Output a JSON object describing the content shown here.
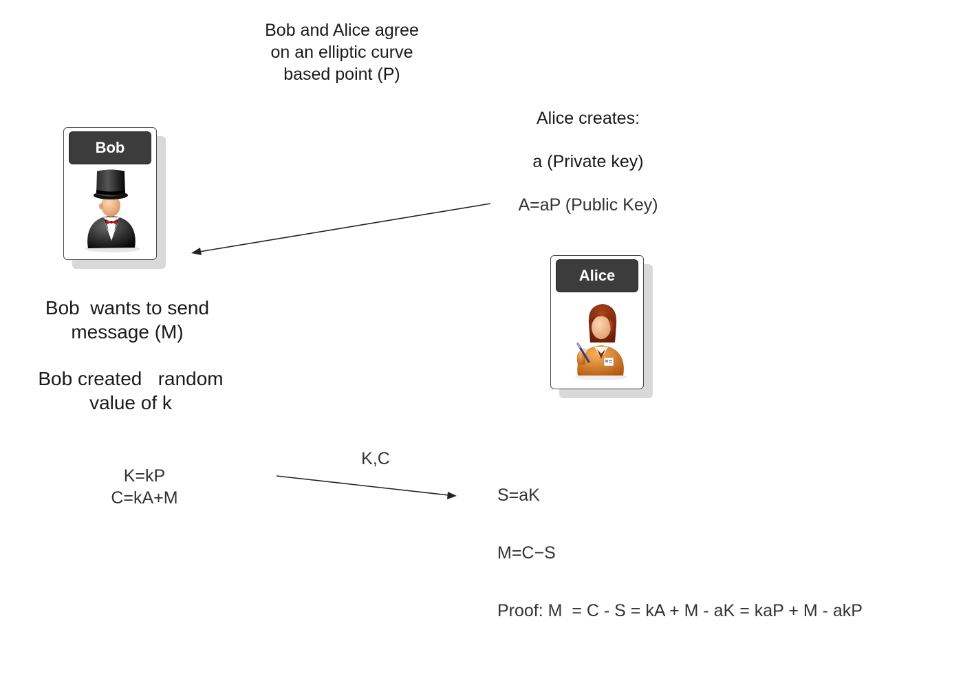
{
  "intro": {
    "lines": [
      "Bob and Alice agree",
      "on an elliptic curve",
      "based point (P)"
    ]
  },
  "alice_creates": {
    "title": "Alice creates:",
    "private_key": "a  (Private  key)",
    "public_key": "A=aP (Public Key)"
  },
  "actors": {
    "bob": {
      "label": "Bob",
      "icon": "businessman-top-hat-icon"
    },
    "alice": {
      "label": "Alice",
      "icon": "businesswoman-icon"
    }
  },
  "bob_text": {
    "wants": [
      "Bob  wants to send",
      "message (M)"
    ],
    "created": [
      "Bob created   random",
      "value of k"
    ]
  },
  "bob_formulas": [
    "K=kP",
    "C=kA+M"
  ],
  "transfer_label": "K,C",
  "alice_formulas": {
    "shared": "S=aK",
    "message": "M=C−S",
    "proof": "Proof: M  = C - S = kA + M - aK = kaP + M - akP"
  },
  "colors": {
    "card_header": "#3c3c3c",
    "card_shadow": "#d9d9d9",
    "arrow": "#222222"
  }
}
